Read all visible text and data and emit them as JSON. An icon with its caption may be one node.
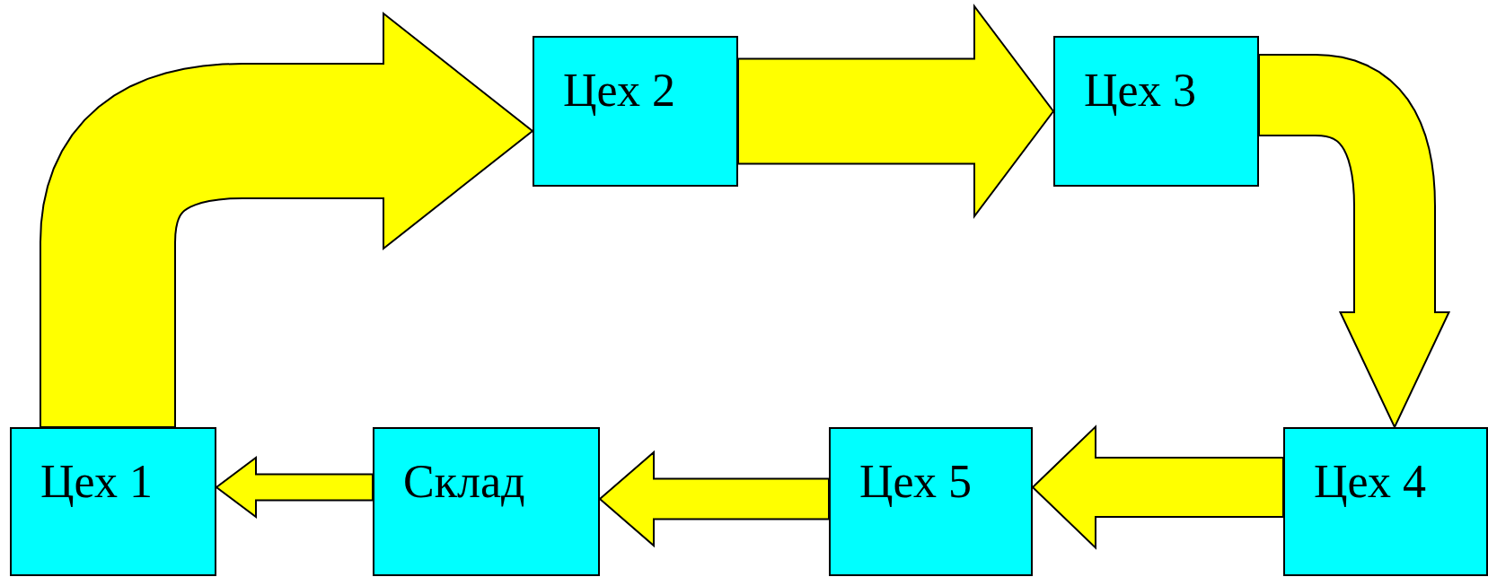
{
  "diagram": {
    "nodes": [
      {
        "text": [
          "Цех 2"
        ]
      },
      {
        "text": [
          "Цех 3"
        ]
      },
      {
        "text": [
          "Цех 1"
        ]
      },
      {
        "text": [
          "Склад"
        ]
      },
      {
        "text": [
          "Цех 5"
        ]
      },
      {
        "text": [
          "Цех 4"
        ]
      }
    ],
    "edges": [
      {
        "from": 2,
        "to": 0,
        "arrow": "to"
      },
      {
        "from": 0,
        "to": 1,
        "arrow": "to"
      },
      {
        "from": 1,
        "to": 5,
        "arrow": "to"
      },
      {
        "from": 5,
        "to": 4,
        "arrow": "to"
      },
      {
        "from": 4,
        "to": 3,
        "arrow": "to"
      },
      {
        "from": 3,
        "to": 2,
        "arrow": "to"
      }
    ]
  }
}
